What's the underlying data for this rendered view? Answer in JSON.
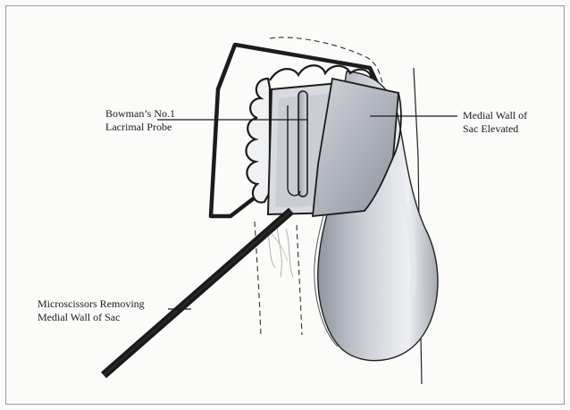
{
  "figure": {
    "labels": {
      "probe": {
        "line1": "Bowman’s No.1",
        "line2": "Lacrimal Probe"
      },
      "medial_wall": {
        "line1": "Medial Wall of",
        "line2": "Sac Elevated"
      },
      "microscissors": {
        "line1": "Microscissors Removing",
        "line2": "Medial Wall of Sac"
      }
    },
    "colors": {
      "ink": "#1b1b1b",
      "sac_shade": "#b8bbc2",
      "sac_light": "#e7e8ec",
      "flap_shade": "#a8acb5",
      "background": "#fbfbfa"
    }
  }
}
